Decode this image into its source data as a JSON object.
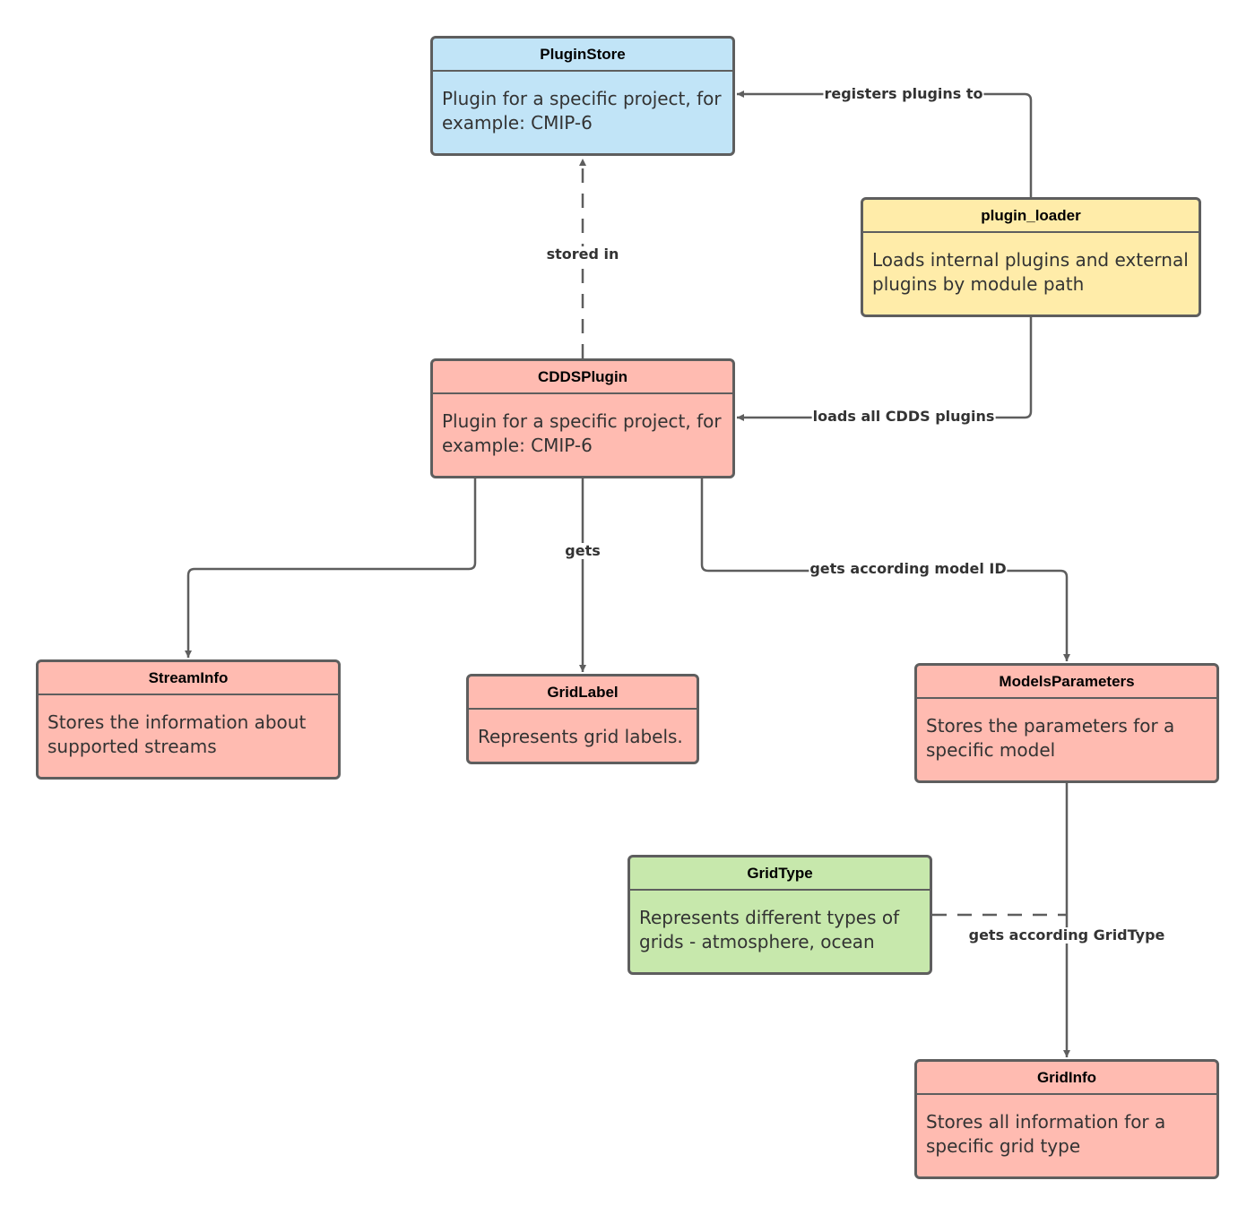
{
  "colors": {
    "blue": "#c1e4f7",
    "yellow": "#ffeca9",
    "red": "#ffbbb1",
    "green": "#c7e8ac",
    "border": "#5e5e5e",
    "line": "#5e5e5e"
  },
  "nodes": [
    {
      "id": "plugin-store",
      "title": "PluginStore",
      "body": "Plugin for a specific project, for example: CMIP-6",
      "color": "blue"
    },
    {
      "id": "plugin-loader",
      "title": "plugin_loader",
      "body": "Loads internal plugins and external plugins by module path",
      "color": "yellow"
    },
    {
      "id": "cdds-plugin",
      "title": "CDDSPlugin",
      "body": "Plugin for a specific project, for example: CMIP-6",
      "color": "red"
    },
    {
      "id": "stream-info",
      "title": "StreamInfo",
      "body": "Stores the information about supported streams",
      "color": "red"
    },
    {
      "id": "grid-label",
      "title": "GridLabel",
      "body": "Represents grid labels.",
      "color": "red"
    },
    {
      "id": "models-parameters",
      "title": "ModelsParameters",
      "body": "Stores the parameters for a specific model",
      "color": "red"
    },
    {
      "id": "grid-type",
      "title": "GridType",
      "body": "Represents different types of grids - atmosphere, ocean",
      "color": "green"
    },
    {
      "id": "grid-info",
      "title": "GridInfo",
      "body": "Stores all information for a specific grid type",
      "color": "red"
    }
  ],
  "edges": [
    {
      "id": "registers",
      "from": "plugin-loader",
      "to": "plugin-store",
      "label": "registers plugins to",
      "dashed": false,
      "arrow": true
    },
    {
      "id": "stored-in",
      "from": "cdds-plugin",
      "to": "plugin-store",
      "label": "stored in",
      "dashed": true,
      "arrow": true
    },
    {
      "id": "loads",
      "from": "plugin-loader",
      "to": "cdds-plugin",
      "label": "loads all CDDS plugins",
      "dashed": false,
      "arrow": true
    },
    {
      "id": "to-stream",
      "from": "cdds-plugin",
      "to": "stream-info",
      "label": "",
      "dashed": false,
      "arrow": true
    },
    {
      "id": "gets",
      "from": "cdds-plugin",
      "to": "grid-label",
      "label": "gets",
      "dashed": false,
      "arrow": true
    },
    {
      "id": "gets-model",
      "from": "cdds-plugin",
      "to": "models-parameters",
      "label": "gets according model ID",
      "dashed": false,
      "arrow": true
    },
    {
      "id": "gets-gridtype",
      "from": "models-parameters",
      "to": "grid-info",
      "label": "gets according GridType",
      "dashed": false,
      "arrow": true
    },
    {
      "id": "gridtype-link",
      "from": "grid-type",
      "to": "gets-gridtype",
      "label": "",
      "dashed": true,
      "arrow": false
    }
  ]
}
